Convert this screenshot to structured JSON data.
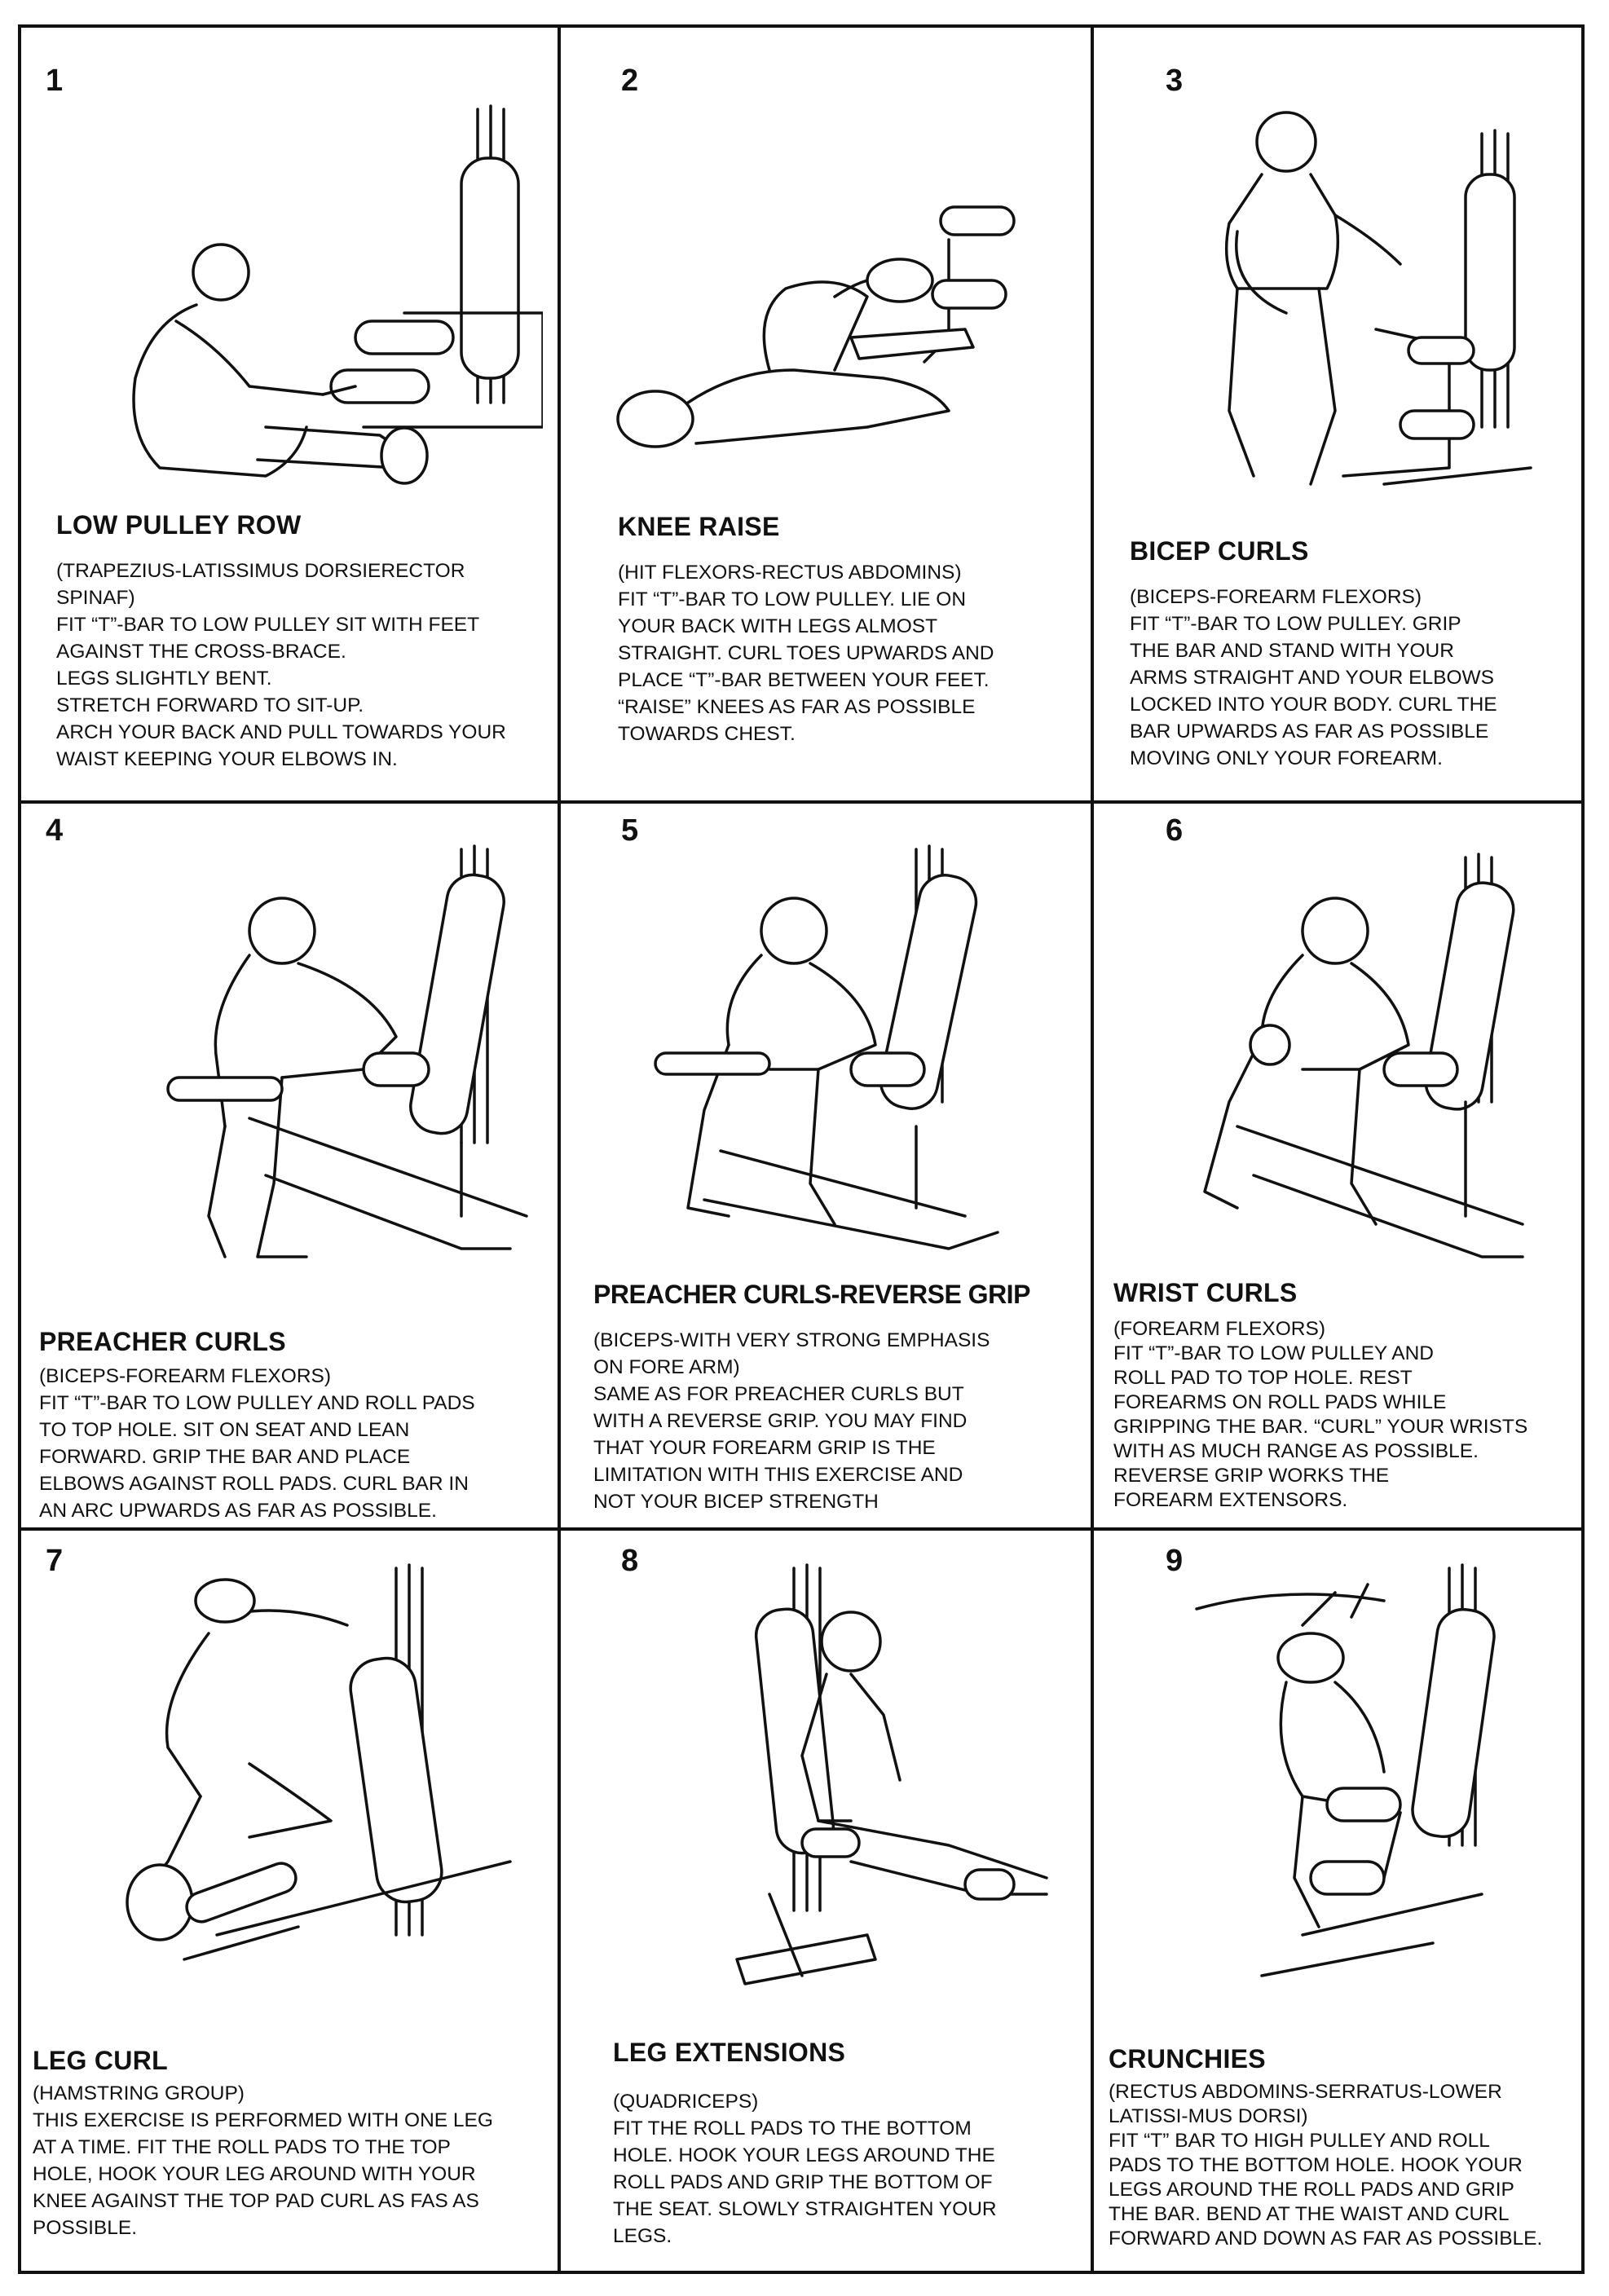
{
  "exercises": [
    {
      "number": "1",
      "title": "LOW PULLEY ROW",
      "text": "(TRAPEZIUS-LATISSIMUS DORSIERECTOR\nSPINAF)\nFIT “T”-BAR TO LOW PULLEY SIT WITH FEET\nAGAINST THE CROSS-BRACE.\nLEGS SLIGHTLY BENT.\nSTRETCH FORWARD TO SIT-UP.\nARCH YOUR BACK AND PULL TOWARDS YOUR\nWAIST KEEPING YOUR ELBOWS IN."
    },
    {
      "number": "2",
      "title": "KNEE RAISE",
      "text": "(HIT FLEXORS-RECTUS ABDOMINS)\nFIT “T”-BAR TO LOW PULLEY. LIE ON\nYOUR BACK WITH LEGS ALMOST\nSTRAIGHT. CURL TOES UPWARDS AND\nPLACE “T”-BAR BETWEEN YOUR FEET.\n“RAISE” KNEES AS FAR AS POSSIBLE\nTOWARDS CHEST."
    },
    {
      "number": "3",
      "title": "BICEP CURLS",
      "text": "(BICEPS-FOREARM FLEXORS)\nFIT “T”-BAR TO LOW PULLEY. GRIP\nTHE BAR AND STAND WITH YOUR\nARMS STRAIGHT AND YOUR ELBOWS\nLOCKED INTO YOUR BODY. CURL THE\nBAR UPWARDS AS FAR AS POSSIBLE\nMOVING ONLY YOUR FOREARM."
    },
    {
      "number": "4",
      "title": "PREACHER CURLS",
      "text": "(BICEPS-FOREARM FLEXORS)\nFIT “T”-BAR TO LOW PULLEY AND ROLL PADS\nTO TOP HOLE. SIT ON SEAT AND LEAN\nFORWARD. GRIP THE BAR AND PLACE\nELBOWS AGAINST ROLL PADS. CURL BAR IN\nAN ARC UPWARDS AS FAR AS POSSIBLE."
    },
    {
      "number": "5",
      "title": "PREACHER CURLS-REVERSE GRIP",
      "text": "(BICEPS-WITH VERY STRONG EMPHASIS\nON FORE ARM)\nSAME AS FOR PREACHER CURLS BUT\nWITH A REVERSE GRIP. YOU MAY FIND\nTHAT YOUR FOREARM GRIP IS THE\nLIMITATION WITH THIS EXERCISE AND\nNOT YOUR BICEP STRENGTH"
    },
    {
      "number": "6",
      "title": "WRIST CURLS",
      "text": "(FOREARM FLEXORS)\nFIT “T”-BAR TO LOW PULLEY AND\nROLL PAD TO TOP HOLE. REST\nFOREARMS ON ROLL PADS WHILE\nGRIPPING THE BAR. “CURL” YOUR WRISTS\nWITH AS MUCH RANGE AS POSSIBLE.\nREVERSE GRIP WORKS THE\nFOREARM EXTENSORS."
    },
    {
      "number": "7",
      "title": "LEG CURL",
      "text": "(HAMSTRING GROUP)\nTHIS EXERCISE IS PERFORMED WITH ONE LEG\nAT A TIME. FIT THE ROLL PADS TO THE TOP\nHOLE, HOOK YOUR LEG AROUND WITH YOUR\nKNEE AGAINST THE TOP PAD CURL AS FAS AS\nPOSSIBLE."
    },
    {
      "number": "8",
      "title": "LEG EXTENSIONS",
      "text": "(QUADRICEPS)\nFIT THE ROLL PADS TO THE BOTTOM\nHOLE. HOOK YOUR LEGS AROUND THE\nROLL PADS AND GRIP THE BOTTOM OF\nTHE SEAT. SLOWLY STRAIGHTEN YOUR\nLEGS."
    },
    {
      "number": "9",
      "title": "CRUNCHIES",
      "text": "(RECTUS ABDOMINS-SERRATUS-LOWER\nLATISSI-MUS DORSI)\nFIT “T” BAR TO HIGH PULLEY AND ROLL\nPADS TO THE BOTTOM HOLE. HOOK YOUR\nLEGS AROUND THE ROLL PADS AND GRIP\nTHE BAR. BEND AT THE WAIST AND CURL\nFORWARD AND DOWN AS FAR AS POSSIBLE."
    }
  ]
}
